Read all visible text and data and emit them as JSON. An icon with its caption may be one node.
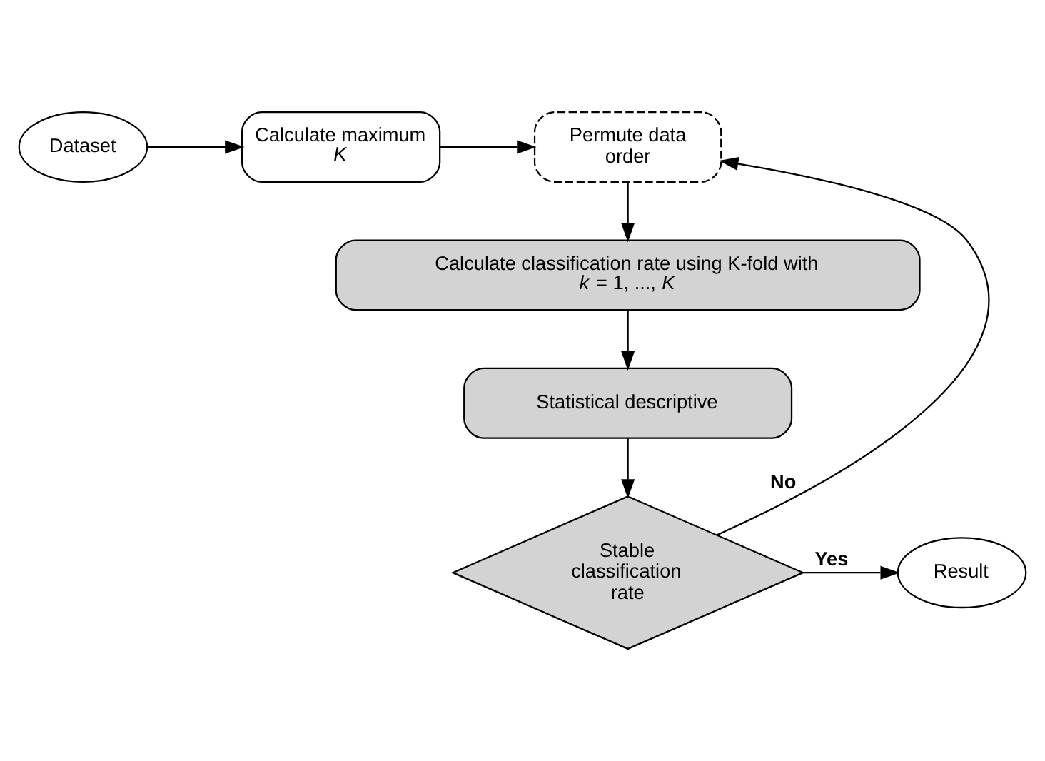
{
  "diagram": {
    "nodes": [
      {
        "text": [
          "Dataset"
        ]
      },
      {
        "text": [
          "Calculate maximum *K*"
        ]
      },
      {
        "text": [
          "Permute data order"
        ]
      },
      {
        "text": [
          "Calculate classification rate using K-fold with *k* = 1, ..., *K*"
        ]
      },
      {
        "text": [
          "Statistical descriptive"
        ]
      },
      {
        "text": [
          "Stable classification rate"
        ]
      },
      {
        "text": [
          "Result"
        ]
      }
    ],
    "edges": [
      {
        "from": 0,
        "to": 1,
        "arrow": "to"
      },
      {
        "from": 1,
        "to": 2,
        "arrow": "to"
      },
      {
        "from": 2,
        "to": 3,
        "arrow": "to"
      },
      {
        "from": 3,
        "to": 4,
        "arrow": "to"
      },
      {
        "from": 4,
        "to": 5,
        "arrow": "to"
      },
      {
        "from": 5,
        "to": 6,
        "arrow": "to",
        "label": "Yes"
      },
      {
        "from": 5,
        "to": 2,
        "arrow": "to",
        "label": "No"
      }
    ]
  }
}
